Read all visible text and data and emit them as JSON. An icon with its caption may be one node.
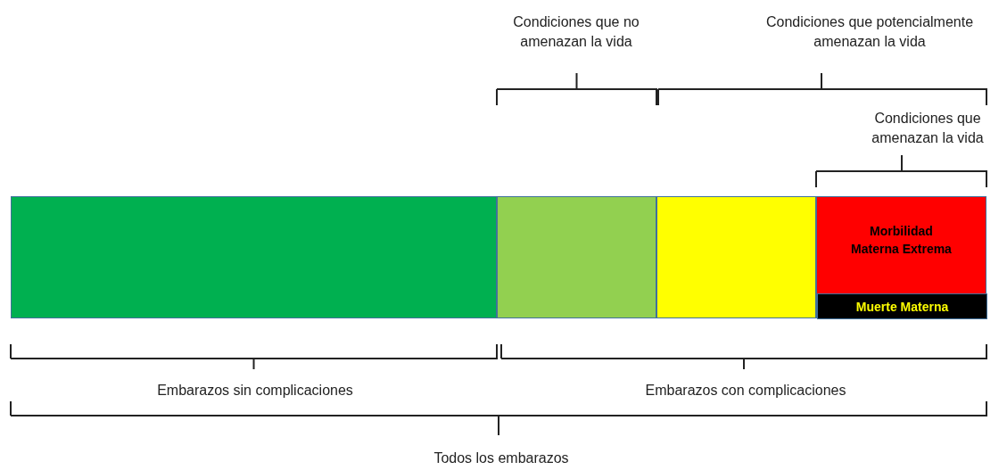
{
  "diagram": {
    "nodes": [
      {
        "text": [],
        "shape": "bar"
      },
      {
        "text": [],
        "shape": "bar"
      },
      {
        "text": [],
        "shape": "bar"
      },
      {
        "text": [
          "Morbilidad Materna Extrema"
        ]
      },
      {
        "text": [
          "Muerte Materna"
        ],
        "in": 3
      }
    ],
    "labels": [
      "Condiciones que no amenazan la vida",
      "Condiciones que potencialmente amenazan la vida",
      "Condiciones que amenazan la vida",
      "Embarazos sin complicaciones",
      "Embarazos con complicaciones",
      "Todos los embarazos"
    ]
  }
}
